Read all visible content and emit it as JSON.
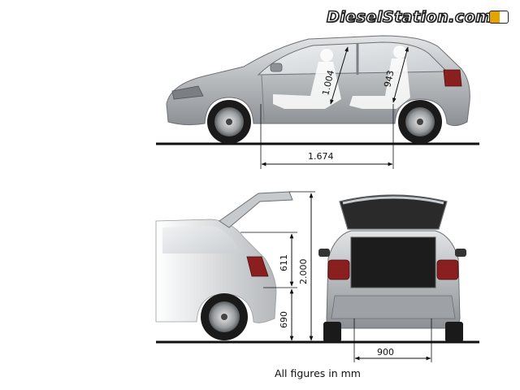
{
  "logo": {
    "text": "DieselStation.com"
  },
  "dimensions": {
    "headroom_front": "1.004",
    "headroom_rear": "943",
    "wheelbase": "1.674",
    "tailgate_open_height": "2.000",
    "opening_height": "611",
    "loading_sill_height": "690",
    "opening_width": "900"
  },
  "caption": "All figures in mm",
  "colors": {
    "car_body": "#b9bcbf",
    "ground": "#111111",
    "cargo_interior": "#1c1c1c"
  }
}
